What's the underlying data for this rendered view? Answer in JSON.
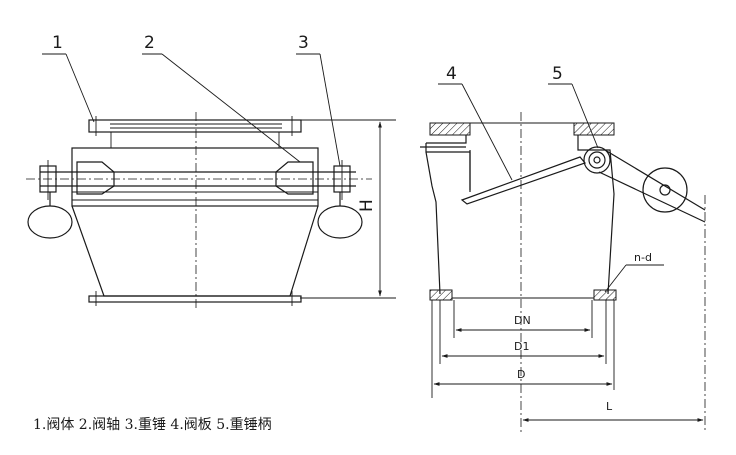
{
  "callouts": {
    "n1": "1",
    "n2": "2",
    "n3": "3",
    "n4": "4",
    "n5": "5"
  },
  "dimensions": {
    "height": "H",
    "dn": "DN",
    "d1": "D1",
    "d": "D",
    "length": "L",
    "holes": "n-d"
  },
  "legend": "1.阀体 2.阀轴 3.重锤 4.阀板 5.重锤柄"
}
